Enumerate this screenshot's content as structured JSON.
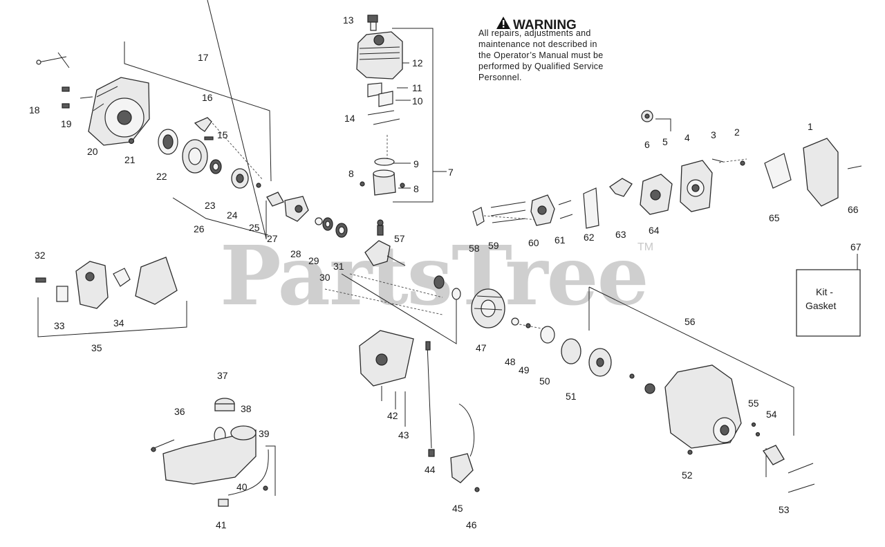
{
  "warning": {
    "title": "WARNING",
    "lines": [
      "All repairs, adjustments and",
      "maintenance not described in",
      "the Operator’s Manual must be",
      "performed by Qualified Service",
      "Personnel."
    ]
  },
  "watermark": {
    "text": "PartsTree",
    "tm": "TM"
  },
  "kit_box": {
    "line1": "Kit -",
    "line2": "Gasket"
  },
  "callouts": {
    "c1": "1",
    "c2": "2",
    "c3": "3",
    "c4": "4",
    "c5": "5",
    "c6": "6",
    "c7": "7",
    "c8a": "8",
    "c8b": "8",
    "c9": "9",
    "c10": "10",
    "c11": "11",
    "c12": "12",
    "c13": "13",
    "c14": "14",
    "c15": "15",
    "c16": "16",
    "c17": "17",
    "c18": "18",
    "c19": "19",
    "c20": "20",
    "c21": "21",
    "c22": "22",
    "c23": "23",
    "c24": "24",
    "c25": "25",
    "c26": "26",
    "c27": "27",
    "c28": "28",
    "c29": "29",
    "c30": "30",
    "c31": "31",
    "c32": "32",
    "c33": "33",
    "c34": "34",
    "c35": "35",
    "c36": "36",
    "c37": "37",
    "c38": "38",
    "c39": "39",
    "c40": "40",
    "c41": "41",
    "c42": "42",
    "c43": "43",
    "c44": "44",
    "c45": "45",
    "c46": "46",
    "c47": "47",
    "c48": "48",
    "c49": "49",
    "c50": "50",
    "c51": "51",
    "c52": "52",
    "c53": "53",
    "c54": "54",
    "c55": "55",
    "c56": "56",
    "c57": "57",
    "c58": "58",
    "c59": "59",
    "c60": "60",
    "c61": "61",
    "c62": "62",
    "c63": "63",
    "c64": "64",
    "c65": "65",
    "c66": "66",
    "c67": "67"
  }
}
